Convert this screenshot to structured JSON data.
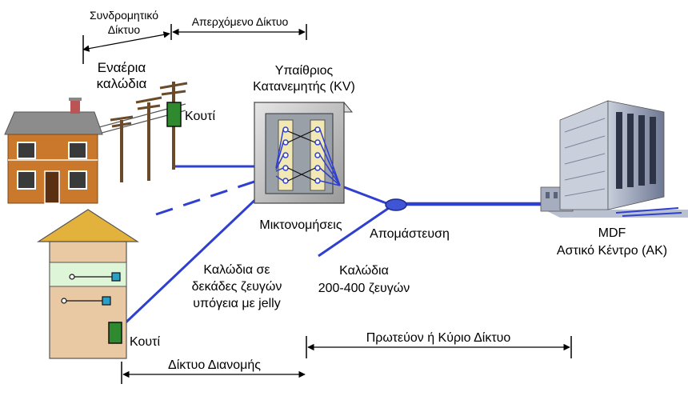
{
  "labels": {
    "subscriber_network_line1": "Συνδρομητικό",
    "subscriber_network_line2": "Δίκτυο",
    "terminal_network": "Απερχόμενο Δίκτυο",
    "aerial_cables_line1": "Εναέρια",
    "aerial_cables_line2": "καλώδια",
    "box_top": "Κουτί",
    "box_bottom": "Κουτί",
    "outdoor_cabinet_line1": "Υπαίθριος",
    "outdoor_cabinet_line2": "Κατανεμητής (KV)",
    "cross_connections": "Μικτονομήσεις",
    "splice": "Απομάστευση",
    "mdf_line1": "MDF",
    "mdf_line2": "Αστικό Κέντρο (ΑΚ)",
    "cables_pairs_line1": "Καλώδια",
    "cables_pairs_line2": "200-400 ζευγών",
    "underground_line1": "Καλώδια σε",
    "underground_line2": "δεκάδες ζευγών",
    "underground_line3": "υπόγεια με jelly",
    "primary_network": "Πρωτεύον ή Κύριο Δίκτυο",
    "distribution_network": "Δίκτυο Διανομής"
  },
  "colors": {
    "cable": "#2f3fcf",
    "house_wall": "#c9782c",
    "house_roof": "#8c8c8c",
    "tower_wall": "#e9c9a4",
    "tower_roof": "#e3b23c",
    "box_green": "#2f8a2f",
    "cabinet": "#bdbdbd",
    "splice_fill": "#3f55d6",
    "building": "#8f99ad"
  },
  "icons": {
    "house": "house-icon",
    "tower": "tower-house-icon",
    "poles": "telephone-pole-icon",
    "cabinet": "street-cabinet-icon",
    "building": "central-office-building-icon"
  }
}
